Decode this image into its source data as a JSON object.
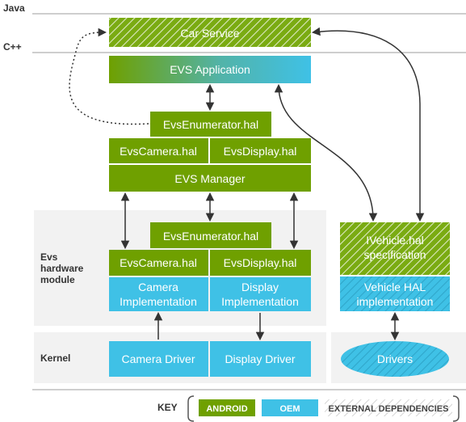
{
  "layers": {
    "java": "Java",
    "cpp": "C++",
    "evs_hw_line1": "Evs",
    "evs_hw_line2": "hardware",
    "evs_hw_line3": "module",
    "kernel": "Kernel"
  },
  "boxes": {
    "car_service": "Car Service",
    "evs_application": "EVS Application",
    "evs_enumerator_top": "EvsEnumerator.hal",
    "evs_camera_top": "EvsCamera.hal",
    "evs_display_top": "EvsDisplay.hal",
    "evs_manager": "EVS Manager",
    "evs_enumerator_hw": "EvsEnumerator.hal",
    "evs_camera_hw": "EvsCamera.hal",
    "evs_display_hw": "EvsDisplay.hal",
    "camera_impl_line1": "Camera",
    "camera_impl_line2": "Implementation",
    "display_impl_line1": "Display",
    "display_impl_line2": "Implementation",
    "ivehicle_line1": "IVehicle.hal",
    "ivehicle_line2": "specification",
    "vehicle_hal_line1": "Vehicle HAL",
    "vehicle_hal_line2": "implementation",
    "camera_driver": "Camera Driver",
    "display_driver": "Display Driver",
    "drivers": "Drivers"
  },
  "key": {
    "title": "KEY",
    "android": "ANDROID",
    "oem": "OEM",
    "external": "EXTERNAL DEPENDENCIES"
  },
  "colors": {
    "android_green": "#6fa000",
    "oem_blue": "#3fc1e6",
    "panel_gray": "#f2f2f2",
    "line_gray": "#9e9e9e",
    "arrow": "#333333"
  }
}
